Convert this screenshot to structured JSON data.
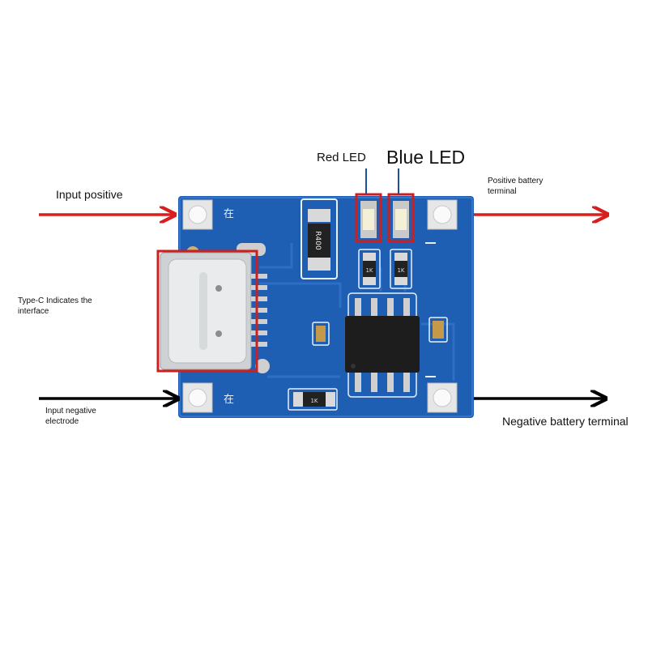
{
  "labels": {
    "red_led": "Red LED",
    "blue_led": "Blue LED",
    "input_positive": "Input positive",
    "positive_battery_terminal_line1": "Positive battery",
    "positive_battery_terminal_line2": "terminal",
    "type_c_line1": "Type-C Indicates the",
    "type_c_line2": "interface",
    "input_negative_line1": "Input negative",
    "input_negative_line2": "electrode",
    "negative_battery_terminal": "Negative battery terminal"
  },
  "board_markings": {
    "pad_mark": "在",
    "resistor_main": "R400",
    "resistor_led_1": "1K",
    "resistor_led_2": "1K",
    "resistor_bottom": "1K"
  },
  "colors": {
    "pcb_blue": "#1f5fb3",
    "highlight_red": "#cc1f1f",
    "arrow_red": "#d81e1e",
    "arrow_black": "#000000"
  }
}
